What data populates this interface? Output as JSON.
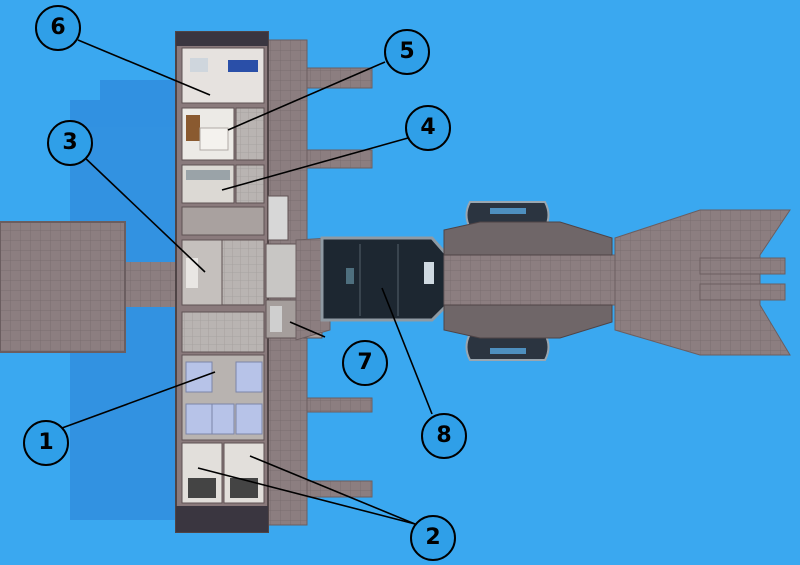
{
  "colors": {
    "water": "#3aa8f0",
    "hull": "#8a7a7c",
    "hull_dark": "#5f5253",
    "floor": "#c9c2c0",
    "room_dark": "#1f2a33",
    "callout_fill": "#2f9fe8",
    "leader": "#000000"
  },
  "callouts": [
    {
      "id": "1",
      "label": "1"
    },
    {
      "id": "2",
      "label": "2"
    },
    {
      "id": "3",
      "label": "3"
    },
    {
      "id": "4",
      "label": "4"
    },
    {
      "id": "5",
      "label": "5"
    },
    {
      "id": "6",
      "label": "6"
    },
    {
      "id": "7",
      "label": "7"
    },
    {
      "id": "8",
      "label": "8"
    }
  ]
}
